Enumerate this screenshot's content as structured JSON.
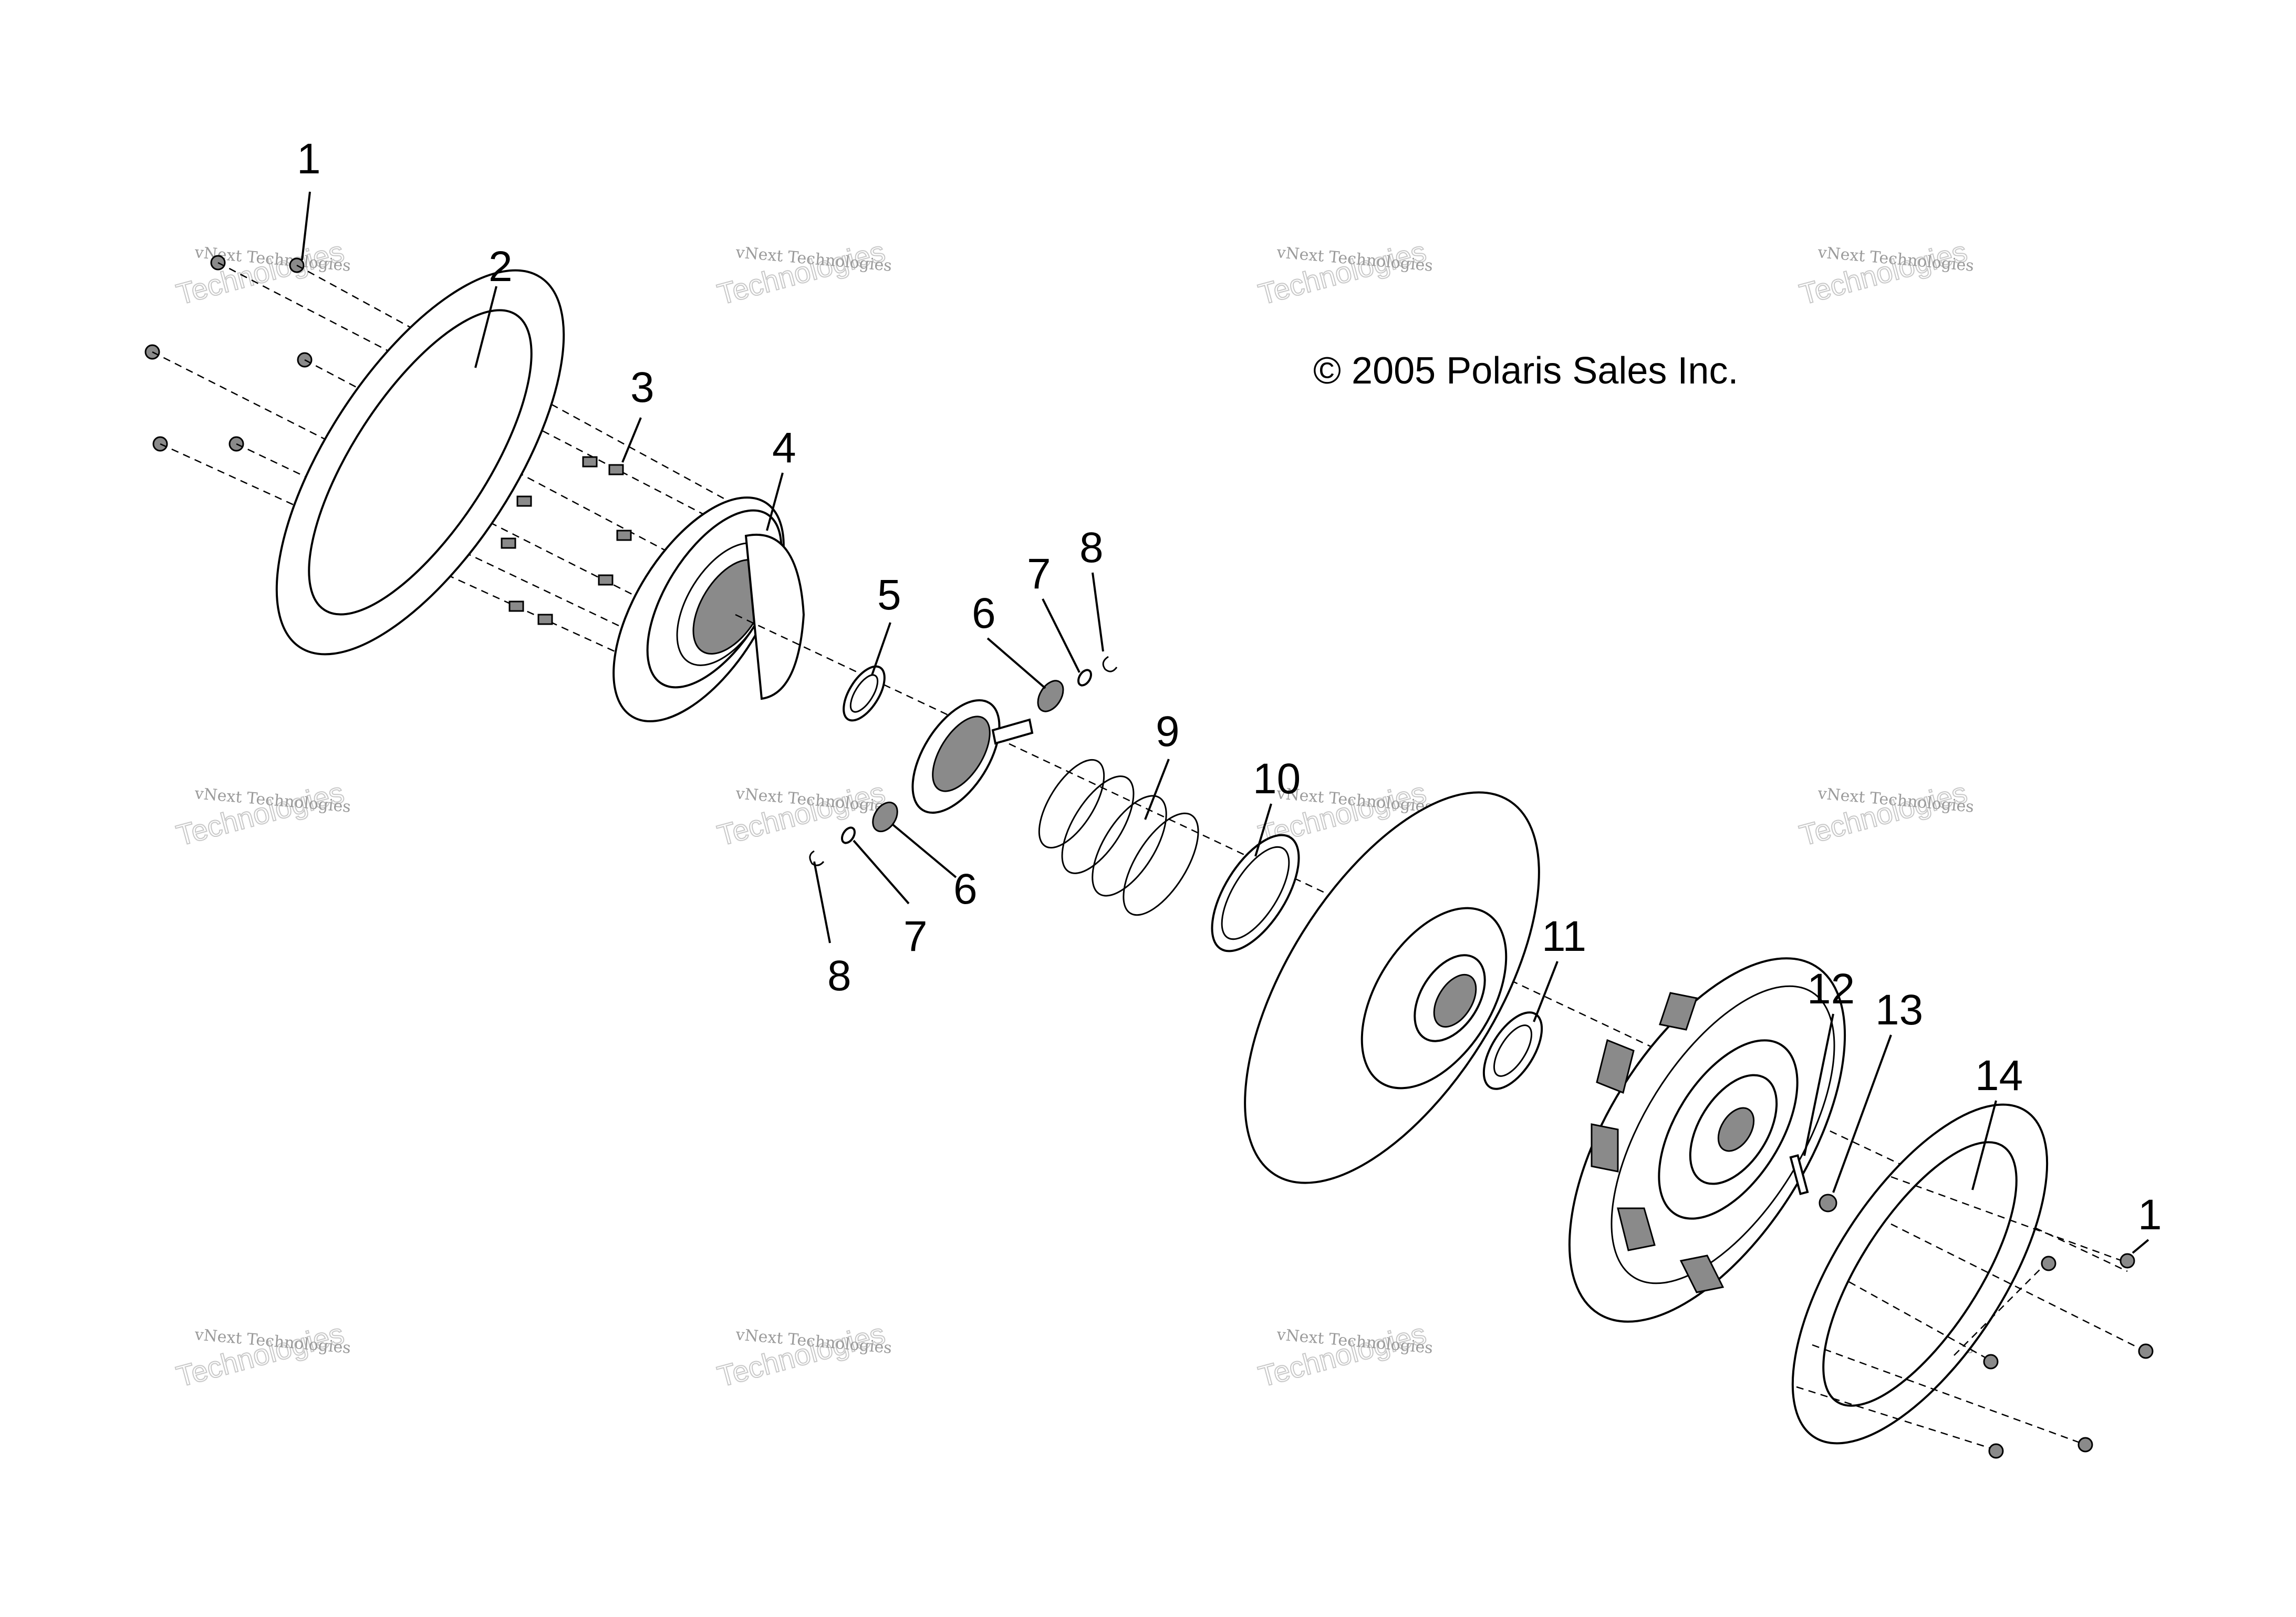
{
  "copyright": "© 2005 Polaris Sales Inc.",
  "watermark": {
    "line1": "vNext Technologies",
    "line2a": "vNext",
    "line2b": "Technologies"
  },
  "callouts": {
    "c1a": "1",
    "c2": "2",
    "c3": "3",
    "c4": "4",
    "c5": "5",
    "c6a": "6",
    "c7a": "7",
    "c8a": "8",
    "c9": "9",
    "c10": "10",
    "c6b": "6",
    "c7b": "7",
    "c8b": "8",
    "c11": "11",
    "c12": "12",
    "c13": "13",
    "c14": "14",
    "c1b": "1"
  },
  "colors": {
    "line": "#000000",
    "background": "#ffffff",
    "watermark": "#9a9a9a"
  }
}
